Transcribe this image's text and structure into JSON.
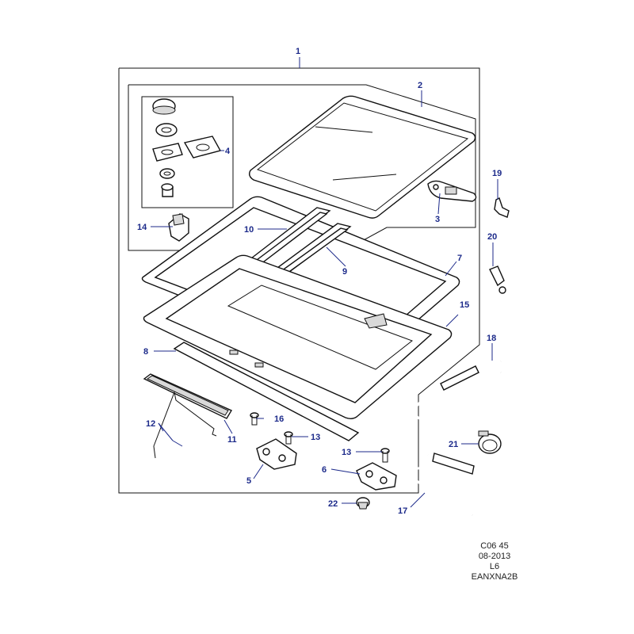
{
  "callouts": {
    "c1": "1",
    "c2": "2",
    "c3": "3",
    "c4": "4",
    "c5": "5",
    "c6": "6",
    "c7": "7",
    "c8": "8",
    "c9": "9",
    "c10": "10",
    "c11": "11",
    "c12": "12",
    "c13a": "13",
    "c13b": "13",
    "c14": "14",
    "c15": "15",
    "c16": "16",
    "c17": "17",
    "c18": "18",
    "c19": "19",
    "c20": "20",
    "c21": "21",
    "c22": "22"
  },
  "reference": {
    "line1": "C06 45",
    "line2": "08-2013",
    "line3": "L6",
    "line4": "EANXNA2B"
  },
  "colors": {
    "callout": "#1c2a8a",
    "line": "#111111"
  }
}
